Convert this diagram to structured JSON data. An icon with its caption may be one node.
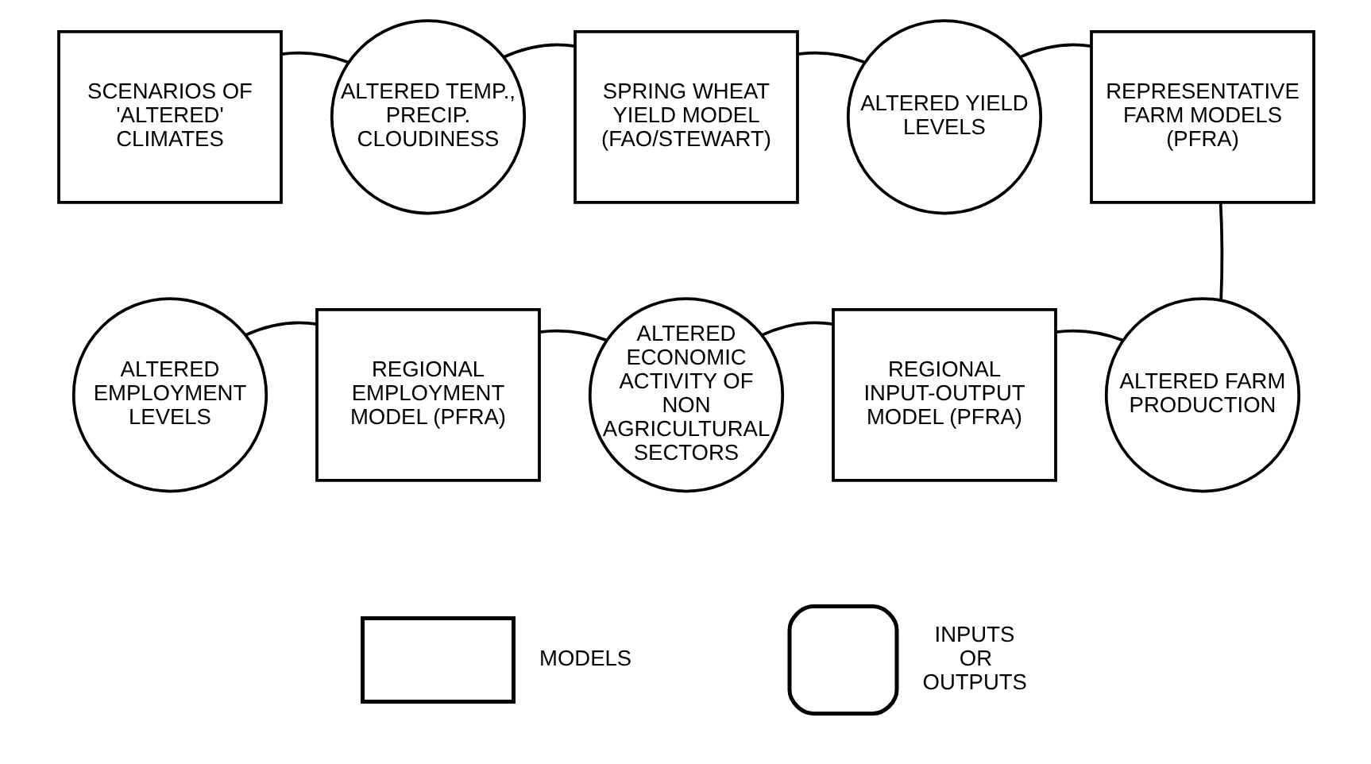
{
  "diagram": {
    "nodes": [
      {
        "text": [
          "SCENARIOS OF 'ALTERED' CLIMATES"
        ]
      },
      {
        "text": [
          "ALTERED TEMP., PRECIP. CLOUDINESS"
        ]
      },
      {
        "text": [
          "SPRING WHEAT YIELD MODEL (FAO/STEWART)"
        ]
      },
      {
        "text": [
          "ALTERED YIELD LEVELS"
        ]
      },
      {
        "text": [
          "REPRESENTATIVE FARM MODELS (PFRA)"
        ]
      },
      {
        "text": [
          "ALTERED FARM PRODUCTION"
        ]
      },
      {
        "text": [
          "REGIONAL INPUT-OUTPUT MODEL (PFRA)"
        ]
      },
      {
        "text": [
          "ALTERED ECONOMIC ACTIVITY OF NON AGRICULTURAL SECTORS"
        ]
      },
      {
        "text": [
          "REGIONAL EMPLOYMENT MODEL (PFRA)"
        ]
      },
      {
        "text": [
          "ALTERED EMPLOYMENT LEVELS"
        ]
      }
    ],
    "edges": [
      {
        "from": 0,
        "to": 1,
        "arrow": "none"
      },
      {
        "from": 1,
        "to": 2,
        "arrow": "none"
      },
      {
        "from": 2,
        "to": 3,
        "arrow": "none"
      },
      {
        "from": 3,
        "to": 4,
        "arrow": "none"
      },
      {
        "from": 4,
        "to": 5,
        "arrow": "none"
      },
      {
        "from": 5,
        "to": 6,
        "arrow": "none"
      },
      {
        "from": 6,
        "to": 7,
        "arrow": "none"
      },
      {
        "from": 7,
        "to": 8,
        "arrow": "none"
      },
      {
        "from": 8,
        "to": 9,
        "arrow": "none"
      }
    ],
    "legend": [
      {
        "text": "MODELS"
      },
      {
        "text": "INPUTS OR OUTPUTS"
      }
    ]
  }
}
